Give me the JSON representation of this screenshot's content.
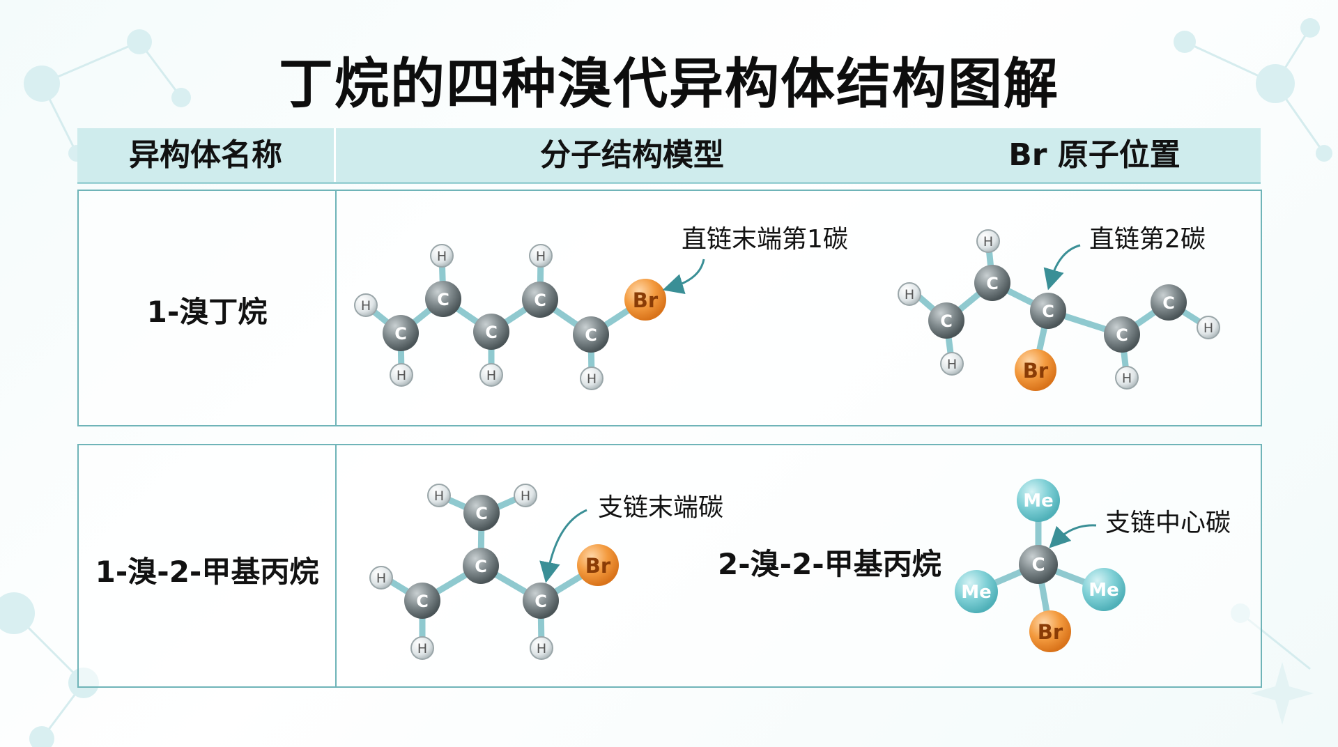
{
  "title": "丁烷的四种溴代异构体结构图解",
  "table": {
    "headers": [
      "异构体名称",
      "分子结构模型",
      "Br 原子位置"
    ]
  },
  "rows": [
    {
      "name": "1-溴丁烷",
      "annotation_left": "直链末端第1碳",
      "annotation_right": "直链第2碳"
    },
    {
      "name": "1-溴-2-甲基丙烷",
      "annotation_left": "支链末端碳",
      "inline_name": "2-溴-2-甲基丙烷",
      "annotation_right": "支链中心碳"
    }
  ],
  "atoms": {
    "carbon": "C",
    "hydrogen": "H",
    "bromine": "Br",
    "methyl": "Me"
  },
  "colors": {
    "header_bg": "#cfeced",
    "border": "#6fb4b8",
    "carbon": "#6f7a7d",
    "hydrogen": "#e3e8ea",
    "bromine": "#f08a2c",
    "methyl": "#6fc9d0",
    "bond": "#8fc9cf",
    "arrow": "#3a8f96"
  },
  "icons": [
    "molecule-background-decoration",
    "curved-arrow-icon",
    "sparkle-icon"
  ]
}
